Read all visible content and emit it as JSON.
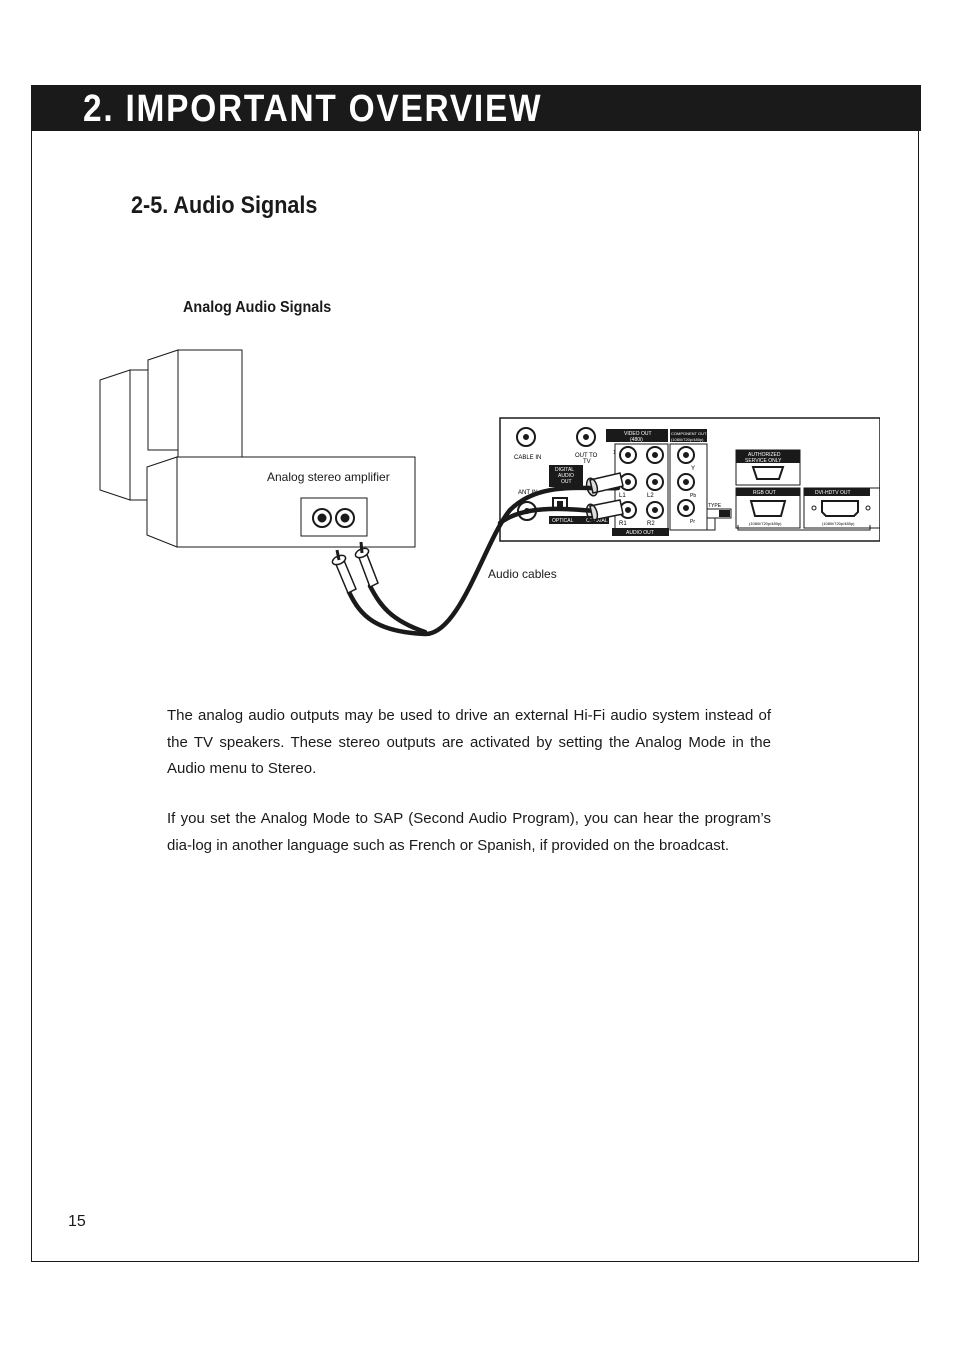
{
  "header": {
    "title": "2.  IMPORTANT OVERVIEW"
  },
  "section": {
    "heading": "2-5.  Audio Signals"
  },
  "figure": {
    "heading": "Analog Audio Signals",
    "amplifier_label": "Analog stereo amplifier",
    "cables_label": "Audio cables",
    "panel": {
      "cable_in": "CABLE IN",
      "out_to_tv_1": "OUT TO",
      "out_to_tv_2": "TV",
      "ant_in": "ANT IN",
      "video_out_1": "VIDEO OUT",
      "video_out_2": "(480i)",
      "component_out_1": "COMPONENT OUT",
      "component_out_2": "(1080i/720p/480p)",
      "digital_audio_1": "DIGITAL",
      "digital_audio_2": "AUDIO",
      "digital_audio_3": "OUT",
      "optical": "OPTICAL",
      "coaxial": "COAXIAL",
      "jack_1": "1",
      "jack_2": "2",
      "l1": "L1",
      "l2": "L2",
      "r1": "R1",
      "r2": "R2",
      "y": "Y",
      "pb": "Pb",
      "pr": "Pr",
      "audio_out": "AUDIO OUT",
      "type": "TYPE",
      "authorized_1": "AUTHORIZED",
      "authorized_2": "SERVICE ONLY",
      "rgb_out": "RGB OUT",
      "rgb_res": "(1080i/720p/480p)",
      "dvi_out": "DVI-HDTV OUT",
      "dvi_res": "(1080i/720p/480p)"
    }
  },
  "body": {
    "paragraph_1": "The analog audio outputs may be used to drive an external Hi-Fi audio system instead of the TV speakers.  These stereo outputs are activated by setting the Analog Mode in the Audio menu to Stereo.",
    "paragraph_2": "If you set the Analog Mode to SAP (Second Audio Program), you can hear the program’s dia-log in another language such as French or Spanish, if provided on the broadcast."
  },
  "footer": {
    "page_number": "15"
  }
}
